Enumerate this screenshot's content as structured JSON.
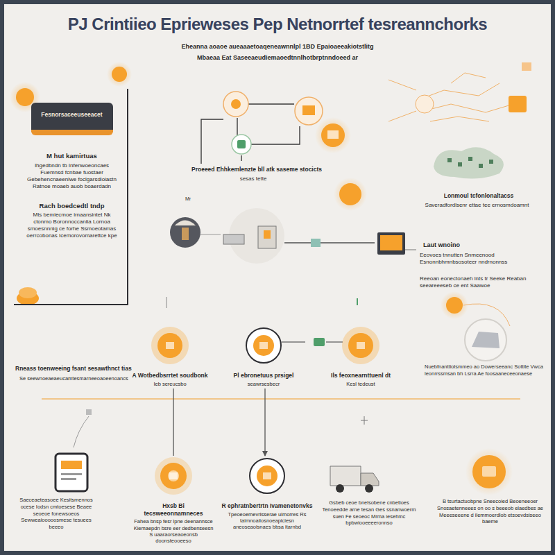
{
  "diagram": {
    "title": "PJ Crintiieo Eprieweses Pep Netnorrtef tesreannchorks",
    "nodes": [
      {
        "text": [
          "M hut kamirtuas",
          "Ihgedbndn tb Infenwoeoncaes Fuemnsd fcnbae fuostaer Gebehencnaeenlwe foclgarsdloiastn Ratnoe moaeb auob boaerdadn",
          "Rach boedcedtl tndp",
          "Mts bemiecmoe irnaansintet Nk ctonmo Boronnoccaniia Lornoa smoesnnnig ce forhe Ssmoeotamas oerrcobonas Icemorovomarettce kpe"
        ]
      },
      {
        "text": [
          "Fesnorsaceeuseeacet"
        ],
        "in": 0
      },
      {
        "text": [
          "A Wotbedbsrrtet soudbonk",
          "Ieb sereucsbo"
        ]
      },
      {
        "text": [
          "Pl ebronetuus prsigel",
          "seawrsesbecr"
        ]
      },
      {
        "text": [
          "Ils feoxnearnttuenl dt",
          "Kesl tedeust"
        ]
      },
      {
        "text": [
          "Hxsb Bi tecsweeonnamneces",
          "Fahea bnsp fesr lpne deenannsce Kiemaepdn bsre eer dedbenseesn S uaaraorseaoeonsb doonsteooeeso"
        ]
      },
      {
        "text": [
          "R ephratnbertrtn Ivamenetonvks",
          "Tpeoeoemevrlsserae ulmorres Rs taimnoaiiosnoeapiciesn aneoseaoisnaes bbsa itarnbd"
        ]
      }
    ],
    "edges": [
      {
        "from": 3,
        "to": 6,
        "arrow": "to"
      },
      {
        "from": 2,
        "to": 5,
        "arrow": "none"
      }
    ],
    "labels": [
      "Eheanna aoaoe aueaaaetoaqeneawnnlpl 1BD Epaioaeeakiotstlitg",
      "Mbaeaa Eat Saseeaeudiemaoedtnnlhotbrptnndoeed ar",
      "Proeeed Ehhkemlenzte bll atk saseme stocicts",
      "sesas tette",
      "Mr",
      "Lonmoul tcfonlonaltacss",
      "Saveradfordlsenr ettae tee ernosmdoamnt",
      "Laut wnoino",
      "Eeovoes tnnutten Snmeenood Esnonnbhmnbsosoteer nndrnonnss",
      "Reeoan eonectonaeh lnts tr Seeke Reaban seeareeeseb ce ent Saawoe",
      "Rneass toenweeing fsant sesawthnct tias",
      "Se seewnoeaeaeucamtesmarneeoaoeenoancs",
      "Nuebfnanttiolsmmeo ao Dowerseeanc Sottite Vwca leonrrssmsan bh Lsrra Ae foosaaneceeonaese",
      "Saeceaeteasoee Kesitsmennos ocese Iodsn cmtoesese Beaee seoeoe fonewsoeos Sewweaiooooosmese tesuees beeeo",
      "Gsbeb ceoe bnelsobene cnbetioes Tenoeedde arne tesan Ges ssnanwoerm suen Fe seoeoc Mrma iesehmc bpbwiooeeeeronnso",
      "B tsurtactuobpne Sneecoied Beoeneeoer Snosaetenneees on oo s beeeob elaedbes ae Meeeseeene d ilemmoerdlob etsoevdsiseeo baeme"
    ]
  }
}
